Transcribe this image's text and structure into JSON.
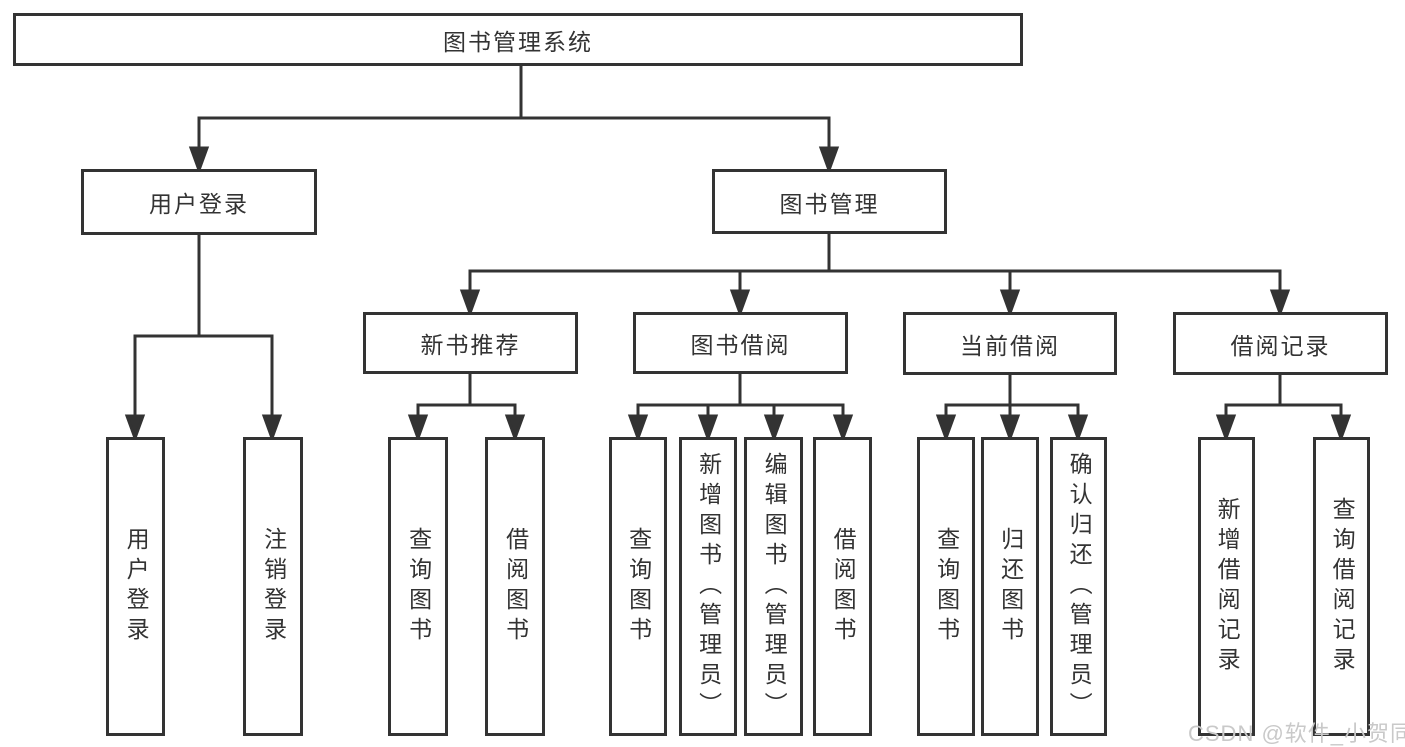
{
  "diagram": {
    "title": "图书管理系统",
    "tree": {
      "label": "图书管理系统",
      "children": [
        {
          "label": "用户登录",
          "children": [
            {
              "label": "用户登录"
            },
            {
              "label": "注销登录"
            }
          ]
        },
        {
          "label": "图书管理",
          "children": [
            {
              "label": "新书推荐",
              "children": [
                {
                  "label": "查询图书"
                },
                {
                  "label": "借阅图书"
                }
              ]
            },
            {
              "label": "图书借阅",
              "children": [
                {
                  "label": "查询图书"
                },
                {
                  "label": "新增图书（管理员）"
                },
                {
                  "label": "编辑图书（管理员）"
                },
                {
                  "label": "借阅图书"
                }
              ]
            },
            {
              "label": "当前借阅",
              "children": [
                {
                  "label": "查询图书"
                },
                {
                  "label": "归还图书"
                },
                {
                  "label": "确认归还（管理员）"
                }
              ]
            },
            {
              "label": "借阅记录",
              "children": [
                {
                  "label": "新增借阅记录"
                },
                {
                  "label": "查询借阅记录"
                }
              ]
            }
          ]
        }
      ]
    },
    "colors": {
      "line": "#333333",
      "text": "#333333",
      "box_background": "#ffffff",
      "watermark": "#c9c9c9"
    }
  },
  "watermark": {
    "text": "CSDN @软件_小贺同学"
  }
}
